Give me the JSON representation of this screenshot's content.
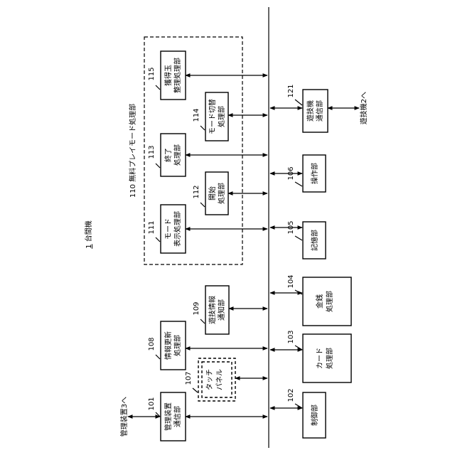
{
  "title": {
    "number": "1",
    "label": "台間機"
  },
  "group": {
    "number": "110",
    "label": "無料プレイモード処理部"
  },
  "blocks": {
    "b101": {
      "number": "101",
      "line1": "管理装置",
      "line2": "通信部"
    },
    "b102": {
      "number": "102",
      "line1": "制御部",
      "line2": ""
    },
    "b103": {
      "number": "103",
      "line1": "カード",
      "line2": "処理部"
    },
    "b104": {
      "number": "104",
      "line1": "金銭",
      "line2": "処理部"
    },
    "b105": {
      "number": "105",
      "line1": "記憶部",
      "line2": ""
    },
    "b106": {
      "number": "106",
      "line1": "操作部",
      "line2": ""
    },
    "b107": {
      "number": "107",
      "line1": "タッチ",
      "line2": "パネル"
    },
    "b108": {
      "number": "108",
      "line1": "情報更新",
      "line2": "処理部"
    },
    "b109": {
      "number": "109",
      "line1": "遊技情報",
      "line2": "通知部"
    },
    "b111": {
      "number": "111",
      "line1": "モード",
      "line2": "表示処理部"
    },
    "b112": {
      "number": "112",
      "line1": "開始",
      "line2": "処理部"
    },
    "b113": {
      "number": "113",
      "line1": "終了",
      "line2": "処理部"
    },
    "b114": {
      "number": "114",
      "line1": "モード切替",
      "line2": "処理部"
    },
    "b115": {
      "number": "115",
      "line1": "獲得玉",
      "line2": "整理処理部"
    },
    "b121": {
      "number": "121",
      "line1": "遊技機",
      "line2": "通信部"
    }
  },
  "external": {
    "to_management": "管理装置3へ",
    "to_gaming_machine": "遊技機2へ"
  }
}
